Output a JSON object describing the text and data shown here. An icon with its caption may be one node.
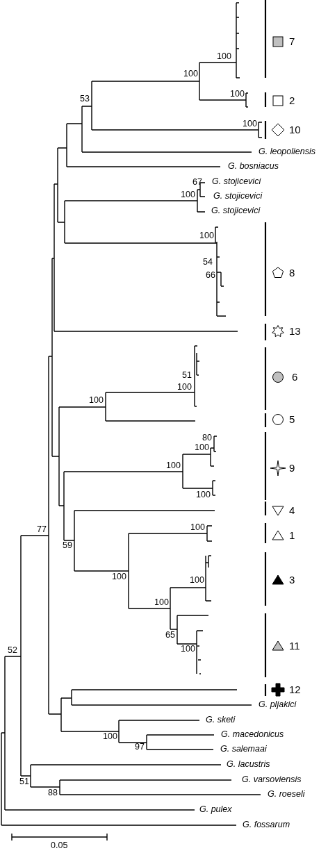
{
  "diagram": {
    "labels": [
      "7",
      "100",
      "100",
      "100",
      "53",
      "2",
      "100",
      "10",
      "G. leopoliensis",
      "G. bosniacus",
      "67",
      "G. stojicevici",
      "100",
      "G. stojicevici",
      "G. stojicevici",
      "100",
      "54",
      "8",
      "66",
      "13",
      "51",
      "6",
      "100",
      "100",
      "5",
      "80",
      "100",
      "100",
      "9",
      "100",
      "4",
      "100",
      "77",
      "1",
      "59",
      "100",
      "3",
      "100",
      "100",
      "65",
      "11",
      "100",
      "52",
      "12",
      "G. pljakici",
      "G. sketi",
      "G. macedonicus",
      "100",
      "97",
      "G. salemaai",
      "G. lacustris",
      "51",
      "G. varsoviensis",
      "88",
      "G. roeseli",
      "G. pulex",
      "G. fossarum",
      "0.05"
    ]
  }
}
